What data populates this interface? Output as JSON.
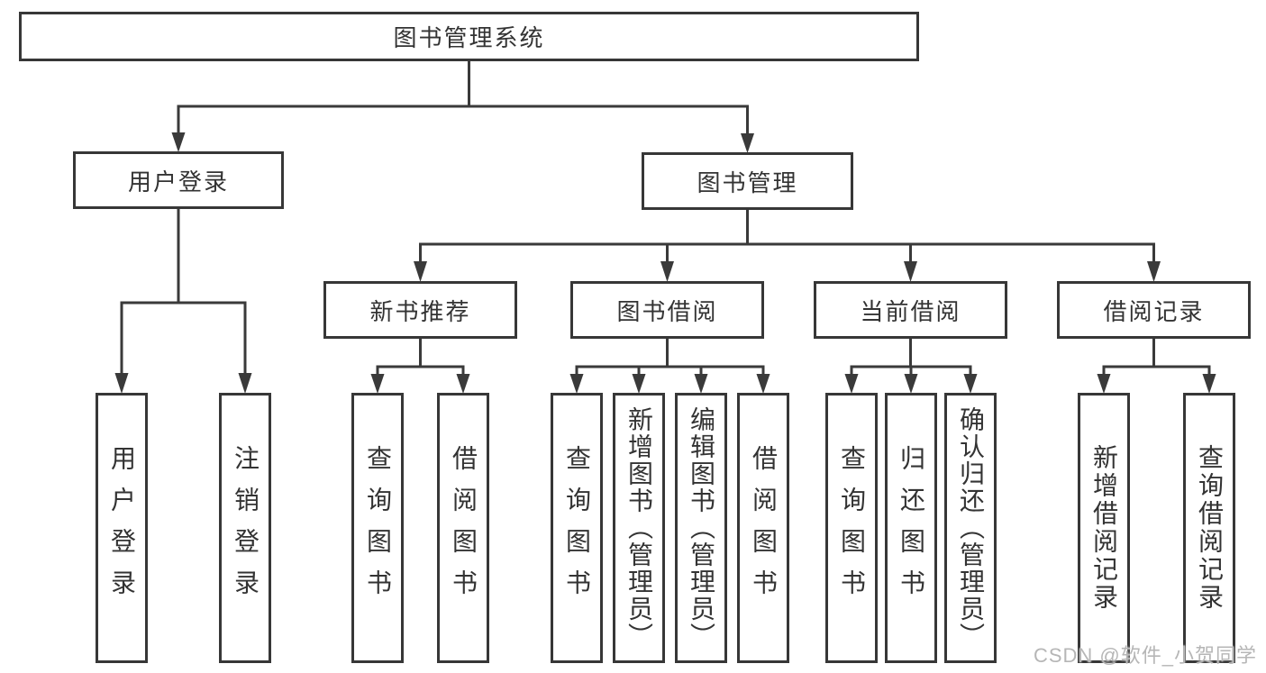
{
  "diagram": {
    "root": {
      "label": "图书管理系统"
    },
    "branches": {
      "user_login": {
        "label": "用户登录",
        "children": [
          {
            "label": "用户登录"
          },
          {
            "label": "注销登录"
          }
        ]
      },
      "book_management": {
        "label": "图书管理",
        "children": [
          {
            "label": "新书推荐",
            "children": [
              {
                "label": "查询图书"
              },
              {
                "label": "借阅图书"
              }
            ]
          },
          {
            "label": "图书借阅",
            "children": [
              {
                "label": "查询图书"
              },
              {
                "label": "新增图书（管理员）"
              },
              {
                "label": "编辑图书（管理员）"
              },
              {
                "label": "借阅图书"
              }
            ]
          },
          {
            "label": "当前借阅",
            "children": [
              {
                "label": "查询图书"
              },
              {
                "label": "归还图书"
              },
              {
                "label": "确认归还（管理员）"
              }
            ]
          },
          {
            "label": "借阅记录",
            "children": [
              {
                "label": "新增借阅记录"
              },
              {
                "label": "查询借阅记录"
              }
            ]
          }
        ]
      }
    }
  },
  "watermark": {
    "text": "CSDN @软件_小贺同学"
  },
  "colors": {
    "line": "#3a3a3a",
    "box_border": "#373737",
    "text": "#333333",
    "background": "#ffffff",
    "watermark": "#b6b6b6"
  }
}
